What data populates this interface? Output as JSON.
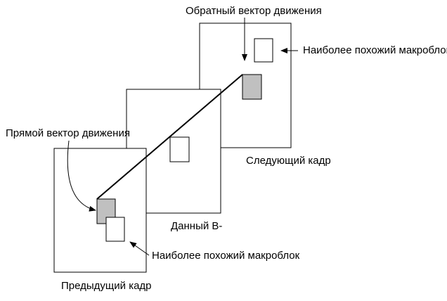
{
  "labels": {
    "backward_vector": "Обратный вектор движения",
    "forward_vector": "Прямой вектор движения",
    "best_match_next": "Наиболее похожий макроблок",
    "best_match_prev": "Наиболее похожий макроблок",
    "next_frame": "Следующий кадр",
    "current_frame": "Данный В-",
    "previous_frame": "Предыдущий кадр"
  },
  "colors": {
    "stroke": "#000000",
    "matched_block_fill": "#c0c0c0",
    "block_fill": "#ffffff"
  }
}
